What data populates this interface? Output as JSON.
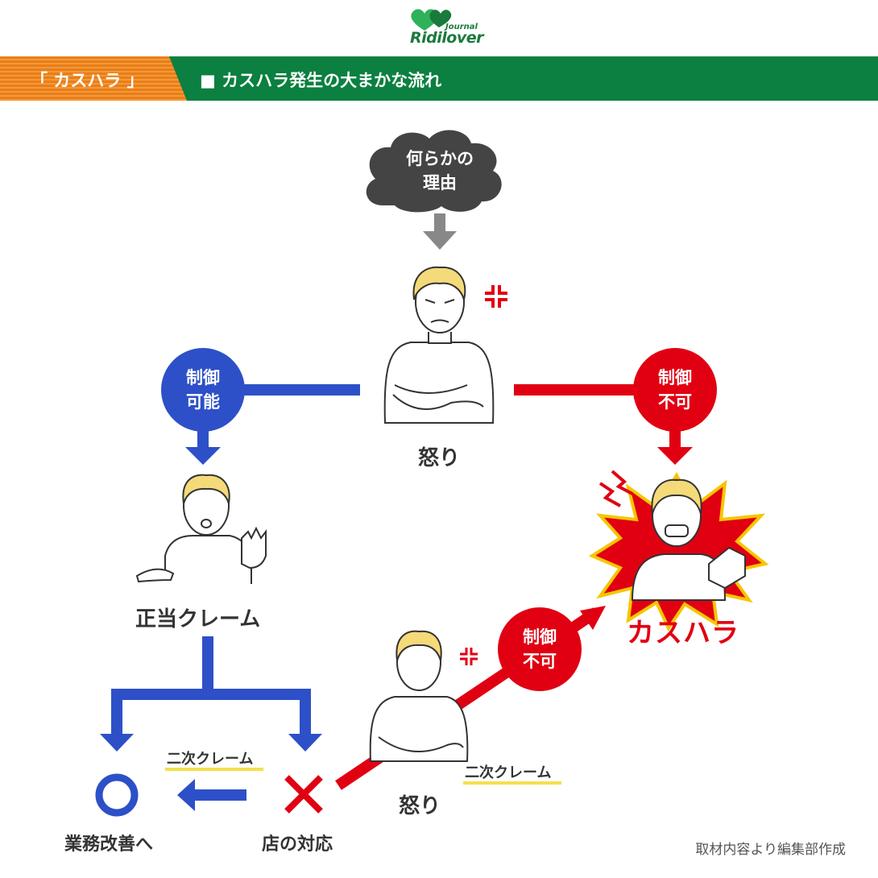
{
  "logo": {
    "name": "Ridilover",
    "sub": "Journal"
  },
  "header": {
    "tag": "「 カスハラ 」",
    "title": "■ カスハラ発生の大まかな流れ"
  },
  "flow": {
    "cloud_line1": "何らかの",
    "cloud_line2": "理由",
    "anger_top_label": "怒り",
    "control_ok_line1": "制御",
    "control_ok_line2": "可能",
    "control_ng_line1": "制御",
    "control_ng_line2": "不可",
    "legit_claim": "正当クレーム",
    "kasuhara": "カスハラ",
    "secondary_claim_left": "二次クレーム",
    "secondary_claim_right": "二次クレーム",
    "business_improve": "業務改善へ",
    "store_response": "店の対応",
    "anger_bottom_label": "怒り",
    "control_ng2_line1": "制御",
    "control_ng2_line2": "不可"
  },
  "colors": {
    "blue": "#2d50c8",
    "red": "#e10012",
    "green": "#0b8040",
    "orange": "#e97d1a",
    "cloud": "#444444",
    "yellow": "#f4e04d"
  },
  "credit": "取材内容より編集部作成"
}
